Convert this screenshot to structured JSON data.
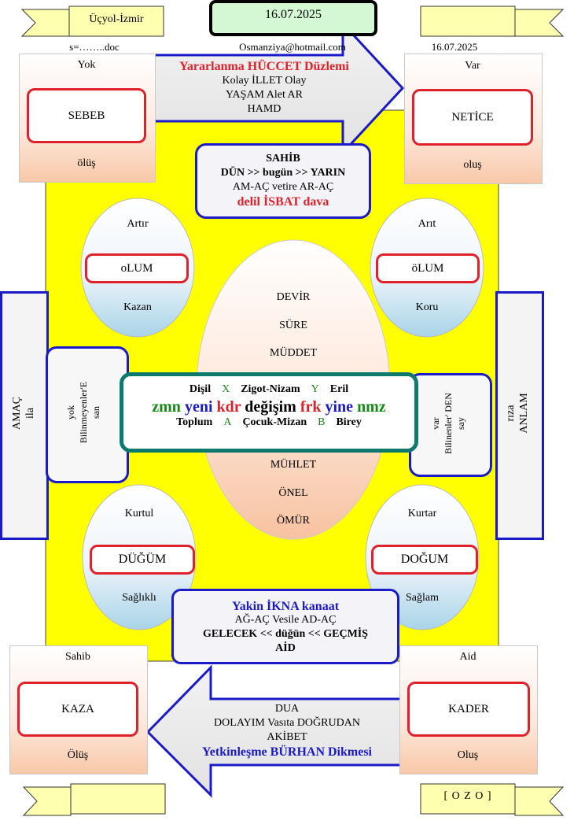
{
  "header": {
    "location": "Üçyol-İzmir",
    "date_center": "16.07.2025",
    "email": "Osmanziya@hotmail.com",
    "file": "s=……..doc",
    "date_right": "16.07.2025"
  },
  "top_arrow": {
    "title": "Yararlanma HÜCCET Düzlemi",
    "line1": "Kolay İLLET Olay",
    "line2": "YAŞAM Alet AR",
    "line3": "HAMD"
  },
  "top_left_box": {
    "top": "Yok",
    "center": "SEBEB",
    "bottom": "ölüş"
  },
  "top_right_box": {
    "top": "Var",
    "center": "NETİCE",
    "bottom": "oluş"
  },
  "sahib_box": {
    "title": "SAHİB",
    "line1": "DÜN >>   bugün >> YARIN",
    "line2": "AM-AÇ  vetire AR-AÇ",
    "line3": "delil İSBAT dava"
  },
  "oval_tl": {
    "top": "Artır",
    "center": "oLUM",
    "bottom": "Kazan"
  },
  "oval_tr": {
    "top": "Arıt",
    "center": "öLUM",
    "bottom": "Koru"
  },
  "oval_bl": {
    "top": "Kurtul",
    "center": "DÜĞÜM",
    "bottom": "Sağlıklı"
  },
  "oval_br": {
    "top": "Kurtar",
    "center": "DOĞUM",
    "bottom": "Sağlam"
  },
  "center_oval": {
    "upper": [
      "DEVİR",
      "SÜRE",
      "MÜDDET"
    ],
    "lower": [
      "MÜHLET",
      "ÖNEL",
      "ÖMÜR"
    ]
  },
  "left_side": {
    "line1": "AMAÇ",
    "line2": "ila"
  },
  "right_side": {
    "line1": "rıza",
    "line2": "ANLAM"
  },
  "left_inner": {
    "line1": "yok",
    "line2": "Bilinmeyenler'E",
    "line3": "san"
  },
  "right_inner": {
    "line1": "var",
    "line2": "Bilinenler' DEN",
    "line3": "say"
  },
  "center_box": {
    "row1": {
      "a": "Dişil",
      "b": "X",
      "c": "Zigot-Nizam",
      "d": "Y",
      "e": "Eril"
    },
    "row2": {
      "w1": "zmn",
      "w2": "yeni",
      "w3": "kdr",
      "w4": "değişim",
      "w5": "frk",
      "w6": "yine",
      "w7": "nmz"
    },
    "row3": {
      "a": "Toplum",
      "b": "A",
      "c": "Çocuk-Mizan",
      "d": "B",
      "e": "Birey"
    }
  },
  "yakin_box": {
    "title": "Yakin İKNA kanaat",
    "line1": "AĞ-AÇ  Vesile AD-AÇ",
    "line2": "GELECEK <<  düğün   << GEÇMİŞ",
    "line3": "AİD"
  },
  "bottom_left_box": {
    "top": "Sahib",
    "center": "KAZA",
    "bottom": "Ölüş"
  },
  "bottom_right_box": {
    "top": "Aid",
    "center": "KADER",
    "bottom": "Oluş"
  },
  "bottom_arrow": {
    "line1": "DUA",
    "line2": "DOLAYIM Vasıta DOĞRUDAN",
    "line3": "AKİBET",
    "title": "Yetkinleşme BÜRHAN Dikmesi"
  },
  "footer": {
    "ozo": "[ O Z O ]"
  },
  "colors": {
    "yellow": "#ffff00",
    "red": "#e0202a",
    "blue": "#1a1ac8",
    "teal": "#0e7a6e",
    "green": "#1a8a1a"
  }
}
